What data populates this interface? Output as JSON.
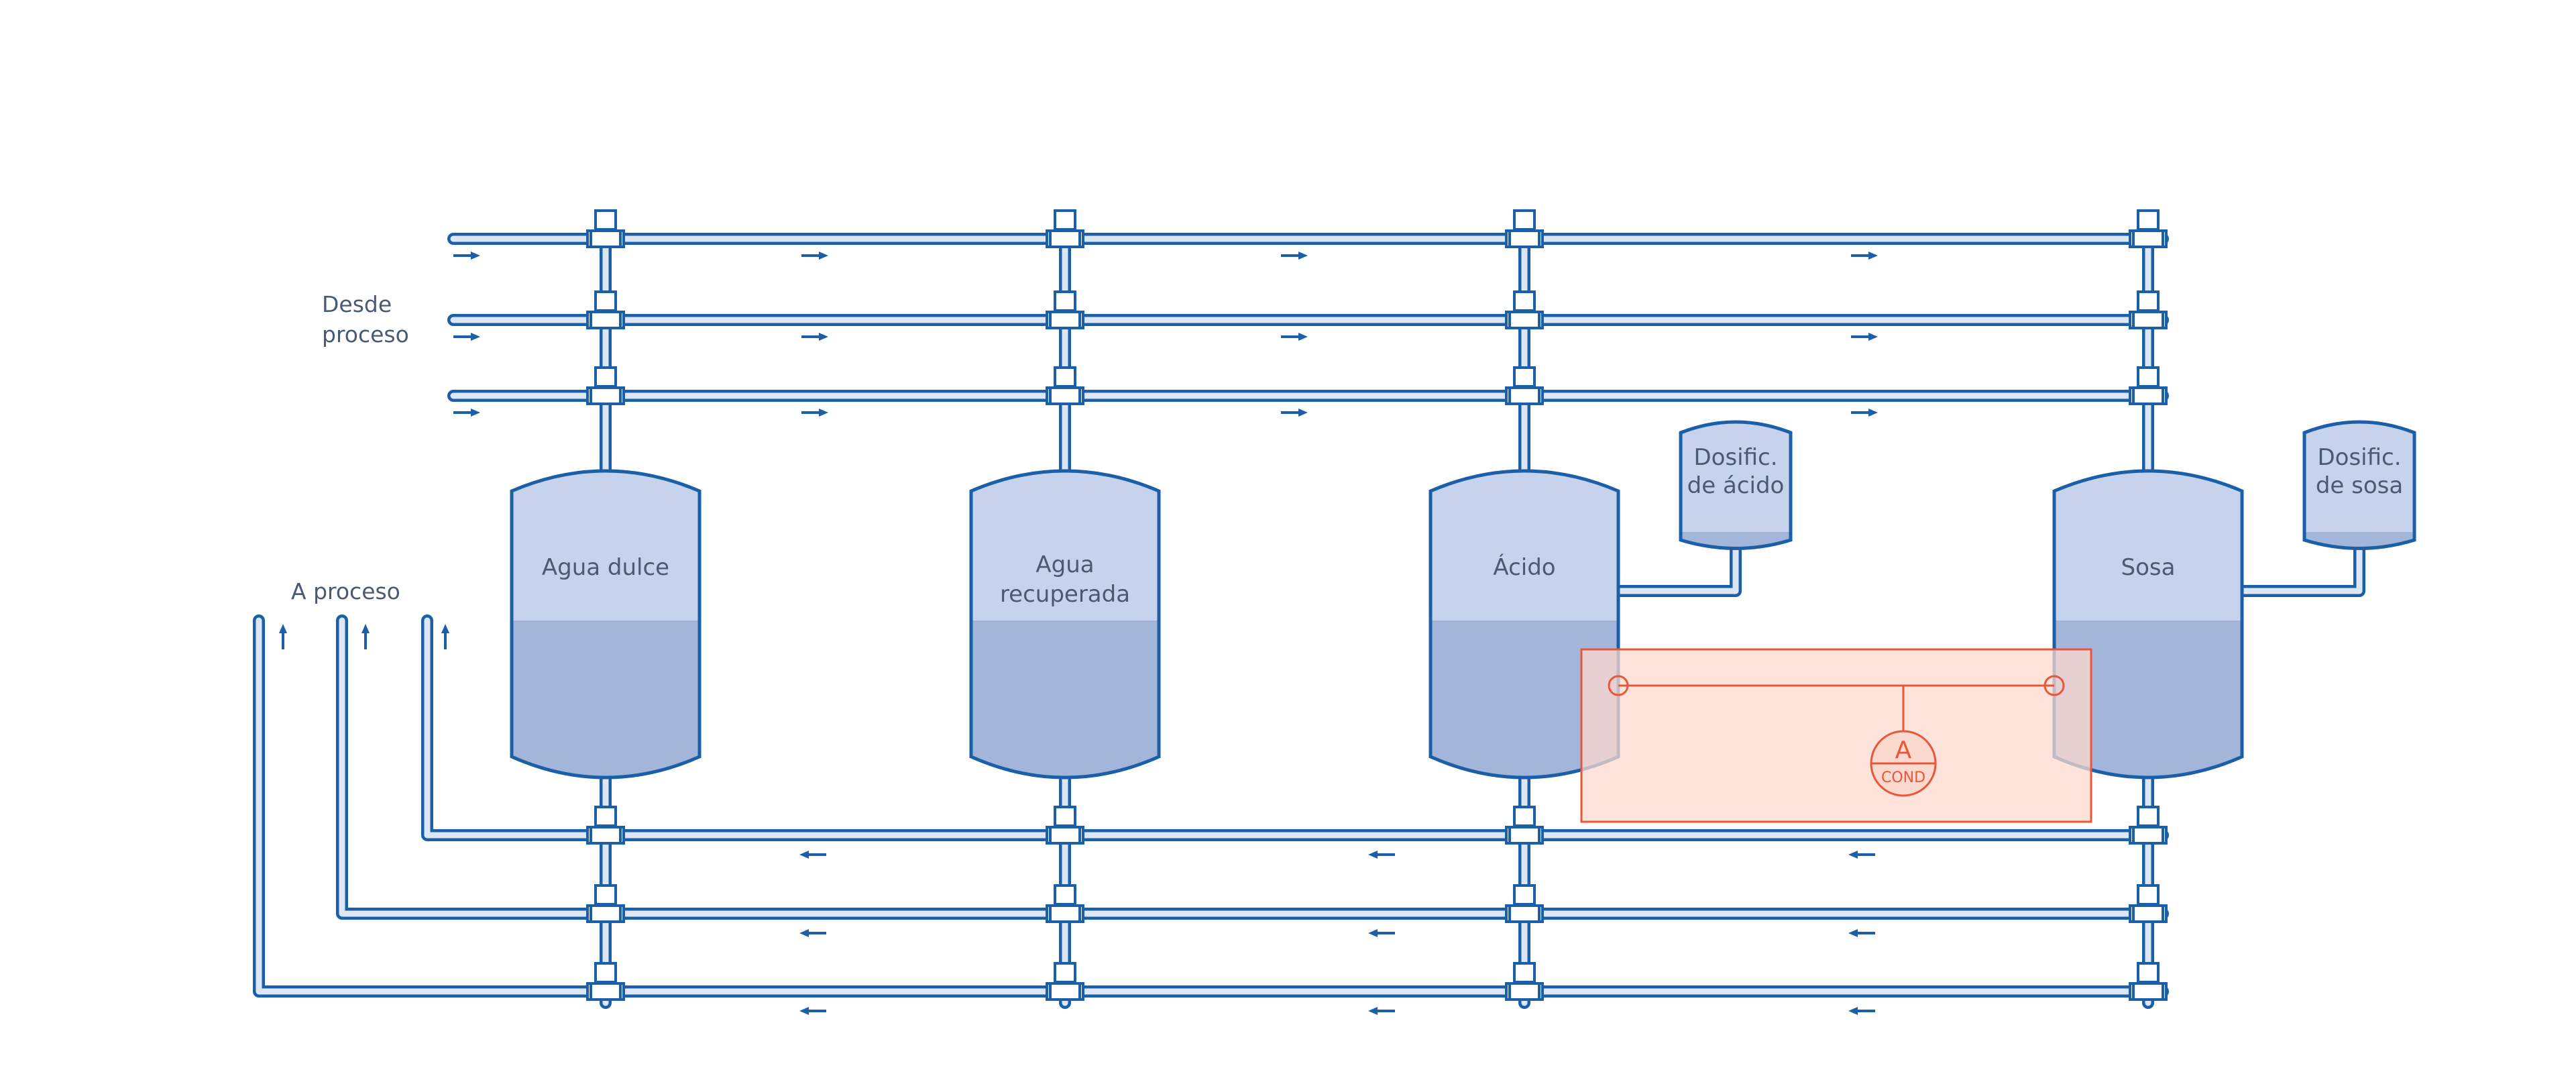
{
  "labels": {
    "desde_proceso": [
      "Desde",
      "proceso"
    ],
    "a_proceso": "A proceso"
  },
  "tanks": [
    {
      "id": "agua-dulce",
      "label_lines": [
        "Agua dulce"
      ]
    },
    {
      "id": "agua-recuperada",
      "label_lines": [
        "Agua",
        "recuperada"
      ]
    },
    {
      "id": "acido",
      "label_lines": [
        "Ácido"
      ]
    },
    {
      "id": "sosa",
      "label_lines": [
        "Sosa"
      ]
    }
  ],
  "dosing_tanks": [
    {
      "id": "dosific-acido",
      "label_lines": [
        "Dosific.",
        "de ácido"
      ]
    },
    {
      "id": "dosific-sosa",
      "label_lines": [
        "Dosific.",
        "de sosa"
      ]
    }
  ],
  "instrument": {
    "letter": "A",
    "tag": "COND"
  },
  "colors": {
    "pipe": "#1a5fa8",
    "pipe_fill": "#dde6f4",
    "tank_upper": "#c7d3ec",
    "tank_lower": "#a4b5da",
    "instrument": "#e8573a",
    "instrument_fill": "#fcd9ce",
    "text": "#4a5a72"
  }
}
